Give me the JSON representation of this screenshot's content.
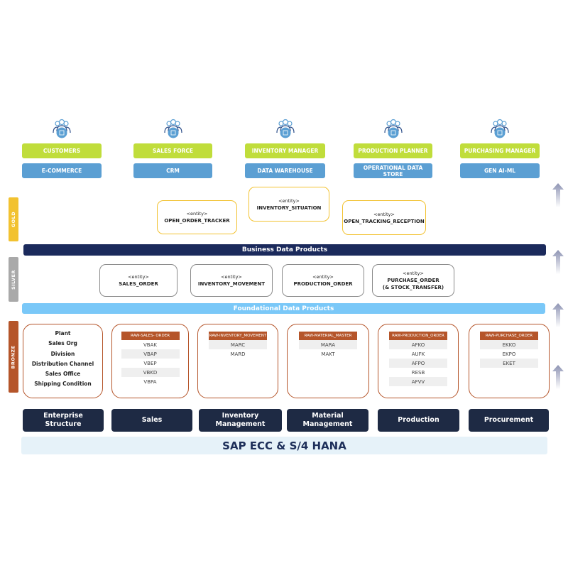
{
  "colors": {
    "persona": "#c0dd3b",
    "source": "#5b9fd3",
    "gold": "#f2c230",
    "silver": "#a9a9a9",
    "bronze": "#b5552a",
    "business": "#1b2a5c",
    "foundational": "#7ac8f8",
    "domain": "#1e2a44",
    "sap_bg": "#e6f2f9",
    "sap_text": "#1e2f5a"
  },
  "personas": [
    {
      "role": "CUSTOMERS",
      "system": "E-COMMERCE",
      "icon": "users-cart-icon"
    },
    {
      "role": "SALES FORCE",
      "system": "CRM",
      "icon": "users-chart-icon"
    },
    {
      "role": "INVENTORY MANAGER",
      "system": "DATA WAREHOUSE",
      "icon": "users-inventory-icon"
    },
    {
      "role": "PRODUCTION PLANNER",
      "system": "OPERATIONAL DATA STORE",
      "icon": "users-gear-icon"
    },
    {
      "role": "PURCHASING MANAGER",
      "system": "GEN AI-ML",
      "icon": "users-document-icon"
    }
  ],
  "layers": {
    "gold": "GOLD",
    "silver": "SILVER",
    "bronze": "BRONZE"
  },
  "entity_tag": "<entity>",
  "gold_entities": [
    "OPEN_ORDER_TRACKER",
    "INVENTORY_SITUATION",
    "OPEN_TRACKING_RECEPTION"
  ],
  "business_bar": "Business Data Products",
  "silver_entities": [
    "SALES_ORDER",
    "INVENTORY_MOVEMENT",
    "PRODUCTION_ORDER",
    "PURCHASE_ORDER\n(& STOCK_TRANSFER)"
  ],
  "foundational_bar": "Foundational Data Products",
  "enterprise_structure_items": [
    "Plant",
    "Sales Org",
    "Division",
    "Distribution Channel",
    "Sales Office",
    "Shipping Condition"
  ],
  "raw_tables": [
    {
      "name": "RAW-SALES- ORDER",
      "rows": [
        "VBAK",
        "VBAP",
        "VBEP",
        "VBKD",
        "VBPA"
      ]
    },
    {
      "name": "RAW-INVENTORY_MOVEMENT",
      "rows": [
        "MARC",
        "MARD"
      ]
    },
    {
      "name": "RAW-MATERIAL_MASTER",
      "rows": [
        "MARA",
        "MAKT"
      ]
    },
    {
      "name": "RAW-PRODUCTION_ORDER",
      "rows": [
        "AFKO",
        "AUFK",
        "AFPO",
        "RESB",
        "AFVV"
      ]
    },
    {
      "name": "RAW-PURCHASE_ORDER",
      "rows": [
        "EKKO",
        "EKPO",
        "EKET"
      ]
    }
  ],
  "domains": [
    "Enterprise\nStructure",
    "Sales",
    "Inventory\nManagement",
    "Material\nManagement",
    "Production",
    "Procurement"
  ],
  "source_system": "SAP ECC & S/4 HANA"
}
